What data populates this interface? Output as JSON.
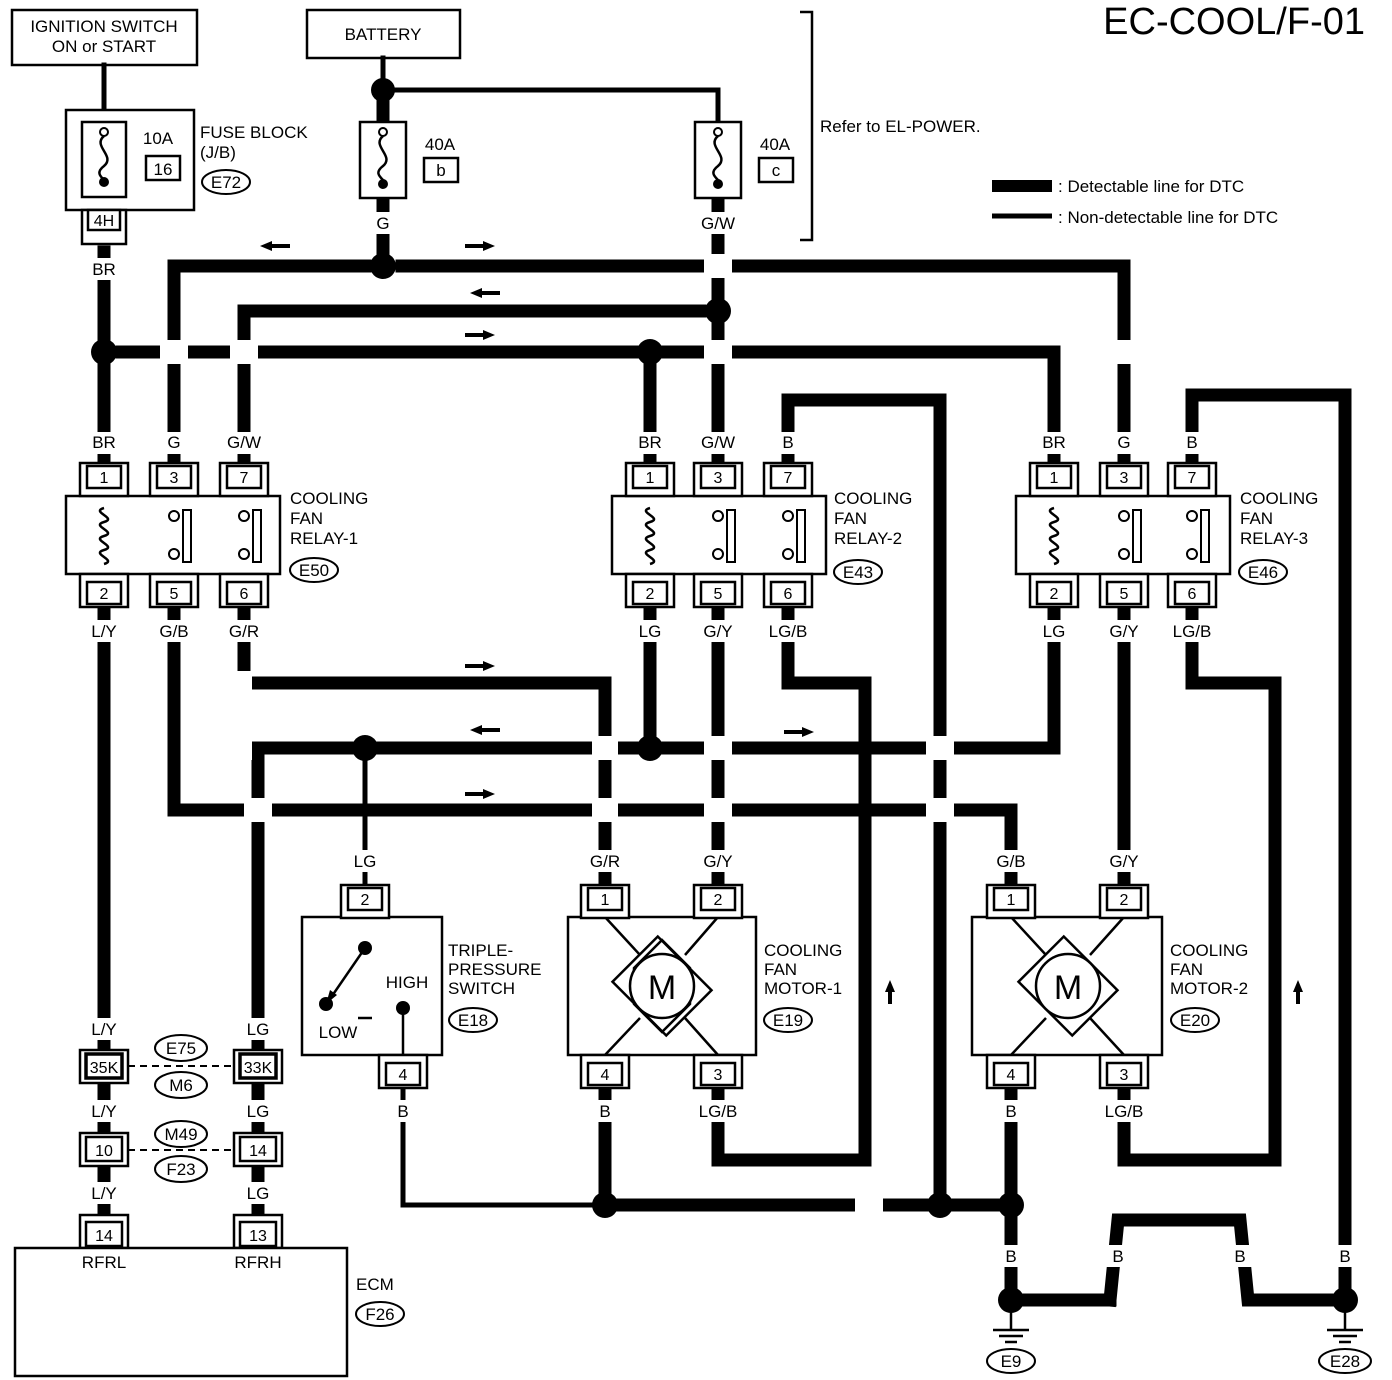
{
  "title": "EC-COOL/F-01",
  "legend": {
    "detectable": ": Detectable line for DTC",
    "non_detectable": ": Non-detectable line for DTC"
  },
  "refer": "Refer to EL-POWER.",
  "ignition": {
    "line1": "IGNITION SWITCH",
    "line2": "ON or START"
  },
  "battery": "BATTERY",
  "fuse_block": {
    "line1": "FUSE BLOCK",
    "line2": "(J/B)",
    "connector": "E72",
    "amp": "10A",
    "number": "16",
    "terminal": "4H"
  },
  "fuse_b": {
    "amp": "40A",
    "letter": "b"
  },
  "fuse_c": {
    "amp": "40A",
    "letter": "c"
  },
  "wire_colors": {
    "BR": "BR",
    "G": "G",
    "GW": "G/W",
    "LY": "L/Y",
    "GB": "G/B",
    "GR": "G/R",
    "LG": "LG",
    "GY": "G/Y",
    "LGB": "LG/B",
    "B": "B"
  },
  "relay1": {
    "line1": "COOLING",
    "line2": "FAN",
    "line3": "RELAY-1",
    "connector": "E50"
  },
  "relay2": {
    "line1": "COOLING",
    "line2": "FAN",
    "line3": "RELAY-2",
    "connector": "E43"
  },
  "relay3": {
    "line1": "COOLING",
    "line2": "FAN",
    "line3": "RELAY-3",
    "connector": "E46"
  },
  "pins": {
    "p1": "1",
    "p2": "2",
    "p3": "3",
    "p4": "4",
    "p5": "5",
    "p6": "6",
    "p7": "7"
  },
  "triple_switch": {
    "line1": "TRIPLE-",
    "line2": "PRESSURE",
    "line3": "SWITCH",
    "connector": "E18",
    "high": "HIGH",
    "low": "LOW"
  },
  "motor1": {
    "line1": "COOLING",
    "line2": "FAN",
    "line3": "MOTOR-1",
    "connector": "E19",
    "symbol": "M"
  },
  "motor2": {
    "line1": "COOLING",
    "line2": "FAN",
    "line3": "MOTOR-2",
    "connector": "E20",
    "symbol": "M"
  },
  "joints": {
    "j1a": "35K",
    "j1b": "33K",
    "j1c1": "E75",
    "j1c2": "M6",
    "j2a": "10",
    "j2b": "14",
    "j2c1": "M49",
    "j2c2": "F23",
    "j3a": "14",
    "j3b": "13"
  },
  "ecm": {
    "name": "ECM",
    "connector": "F26",
    "rfrl": "RFRL",
    "rfrh": "RFRH"
  },
  "grounds": {
    "g1": "E9",
    "g2": "E28"
  }
}
